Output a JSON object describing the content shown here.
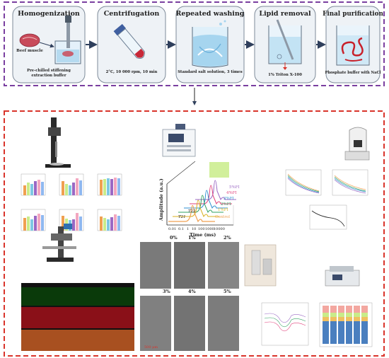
{
  "steps": [
    {
      "title": "Homogenization",
      "caption": "Pre-chilled stiffening extraction buffer",
      "caption_l1": "Pre-chilled stiffening",
      "caption_l2": "extraction buffer",
      "side_label": "Beef muscle"
    },
    {
      "title": "Centrifugation",
      "caption": "2°C, 10 000 rpm, 10 min"
    },
    {
      "title": "Repeated washing",
      "caption": "Standard salt solution, 3 times"
    },
    {
      "title": "Lipid removal",
      "caption": "1% Triton X-100"
    },
    {
      "title": "Final purification",
      "caption": "Phosphate buffer with NaCl"
    }
  ],
  "colors": {
    "top_border": "#7a3fa0",
    "bottom_border": "#d9342b",
    "box_bg": "#eef2f6",
    "box_stroke": "#7e8b99",
    "arrow": "#2f3f5c",
    "green": "#c9ec8a",
    "purple": "#9a68c4",
    "orange": "#f0a050",
    "red_cells": "#c8202a"
  },
  "nmr": {
    "ylabel": "Amplitude (a.u.)",
    "xlabel": "Time (ms)",
    "xticks": [
      "0.01",
      "0.1",
      "1",
      "10",
      "100",
      "1000",
      "10000"
    ],
    "series": [
      "5%FI",
      "4%FI",
      "3%FI",
      "2%FI",
      "1%FI",
      "Control"
    ],
    "peaks": [
      "T21",
      "T22"
    ]
  },
  "sem": {
    "labels": [
      "0%",
      "1%",
      "2%",
      "3%",
      "4%",
      "5%"
    ],
    "scale": "500 μm"
  },
  "icons": [
    "texture-analyzer-icon",
    "lf-nmr-instrument-icon",
    "rheometer-icon",
    "confocal-microscope-icon",
    "sem-instrument-icon",
    "ftir-spectrometer-icon"
  ]
}
